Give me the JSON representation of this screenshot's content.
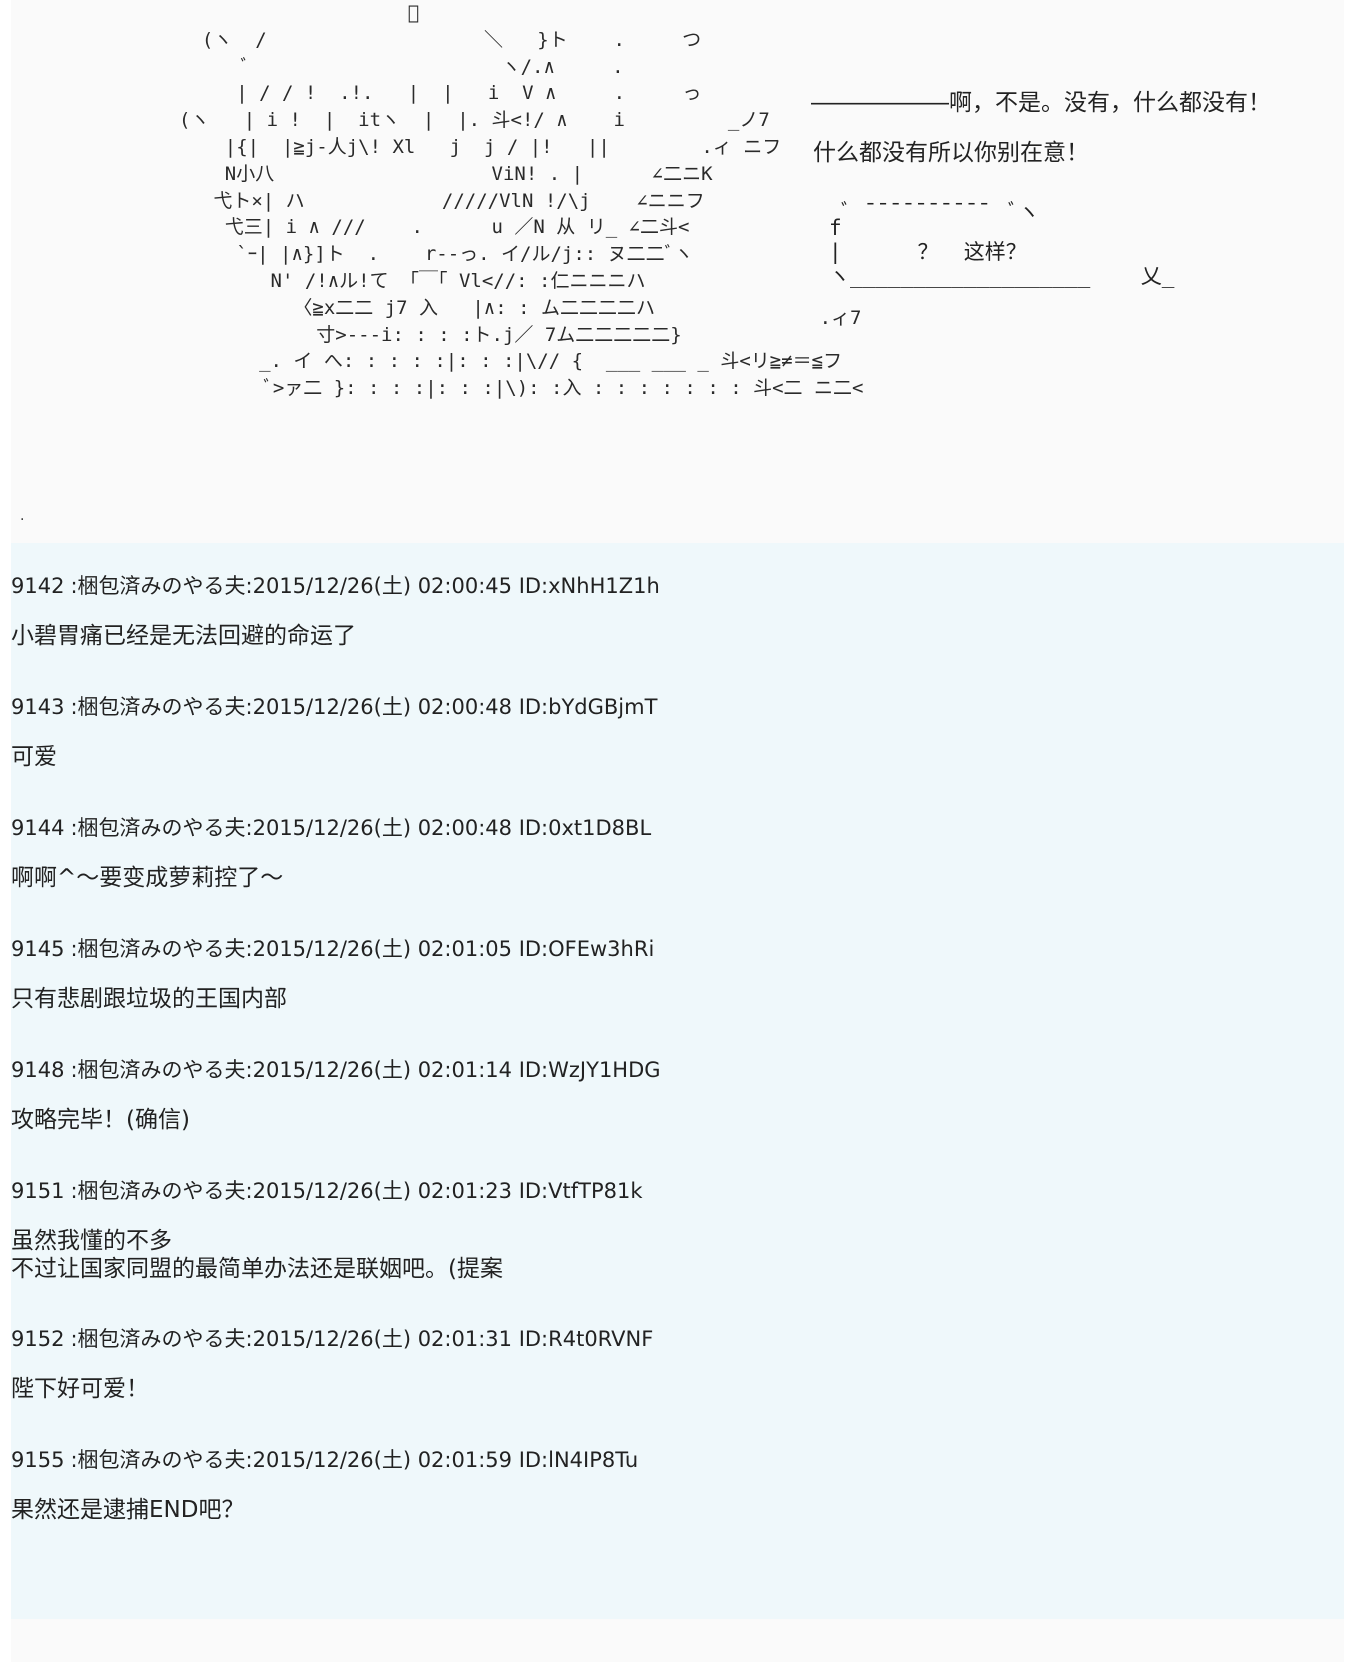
{
  "art": {
    "lines": [
      "                    ﾞ",
      "  (ヽ  /                   ＼   }ト    .     つ",
      "      ﾞ                      ヽ/.∧     .",
      "     | / / !  .!.   |  |   i  V ∧     .     っ",
      "(ヽ   | i !  |  itヽ  |  |. 斗<!/ ∧    i         _ノ7",
      "    |{|  |≧j-人j\\! Xl   j  j / |!   ||        .ィ ニフ",
      "    N小八                   ViN! . |      ∠二ニK",
      "   弋ト×| ハ            /////VlN !/\\j    ∠ニニフ",
      "    弋三| i ∧ ///    .      u ／N 从 リ_ ∠二斗<",
      "     `ｰ| |∧}]ト  .    r--っ. イ/ル/j:: ヌ二二ﾞヽ",
      "        N' /!∧ル!て 「￣｢ Vl<//: :仁ニニニハ",
      "          〈≧x二二 j7 入   |∧: : ム二二二二ハ",
      "            寸>---i: : : :ト.j／ 7ム二二二二二}",
      "       _. イ へ: : : : :|: : :|\\// {  ___ ___ _ 斗<リ≧≠＝≦フ",
      "        ﾞ>ァ二 }: : : :|: : :|\\): :入 : : : : : : : 斗<二 ニ二<"
    ],
    "extra_line": "                                                        .ィ7"
  },
  "side": {
    "line1": "――――――啊，不是。没有，什么都没有！",
    "line2": "什么都没有所以你别在意！"
  },
  "bubble": {
    "top": "ﾞ ̄ ̄ ̄ ̄ ̄ ̄ ̄ ̄ ̄ ̄   ﾞヽ",
    "mid": "|      ？  这样？",
    "bottom": "ヽ___________________    乂_",
    "corner": "f"
  },
  "stray_mark": ".",
  "posts": [
    {
      "number": "9142",
      "header": ":梱包済みのやる夫:2015/12/26(土) 02:00:45 ID:xNhH1Z1h",
      "body": "小碧胃痛已经是无法回避的命运了"
    },
    {
      "number": "9143",
      "header": ":梱包済みのやる夫:2015/12/26(土) 02:00:48 ID:bYdGBjmT",
      "body": "可爱"
    },
    {
      "number": "9144",
      "header": ":梱包済みのやる夫:2015/12/26(土) 02:00:48 ID:0xt1D8BL",
      "body": "啊啊^～要变成萝莉控了～"
    },
    {
      "number": "9145",
      "header": ":梱包済みのやる夫:2015/12/26(土) 02:01:05 ID:OFEw3hRi",
      "body": "只有悲剧跟垃圾的王国内部"
    },
    {
      "number": "9148",
      "header": ":梱包済みのやる夫:2015/12/26(土) 02:01:14 ID:WzJY1HDG",
      "body": "攻略完毕！(确信)"
    },
    {
      "number": "9151",
      "header": ":梱包済みのやる夫:2015/12/26(土) 02:01:23 ID:VtfTP81k",
      "body": "虽然我懂的不多\n不过让国家同盟的最简单办法还是联姻吧。(提案"
    },
    {
      "number": "9152",
      "header": ":梱包済みのやる夫:2015/12/26(土) 02:01:31 ID:R4t0RVNF",
      "body": "陛下好可爱！"
    },
    {
      "number": "9155",
      "header": ":梱包済みのやる夫:2015/12/26(土) 02:01:59 ID:lN4IP8Tu",
      "body": "果然还是逮捕END吧？"
    }
  ]
}
